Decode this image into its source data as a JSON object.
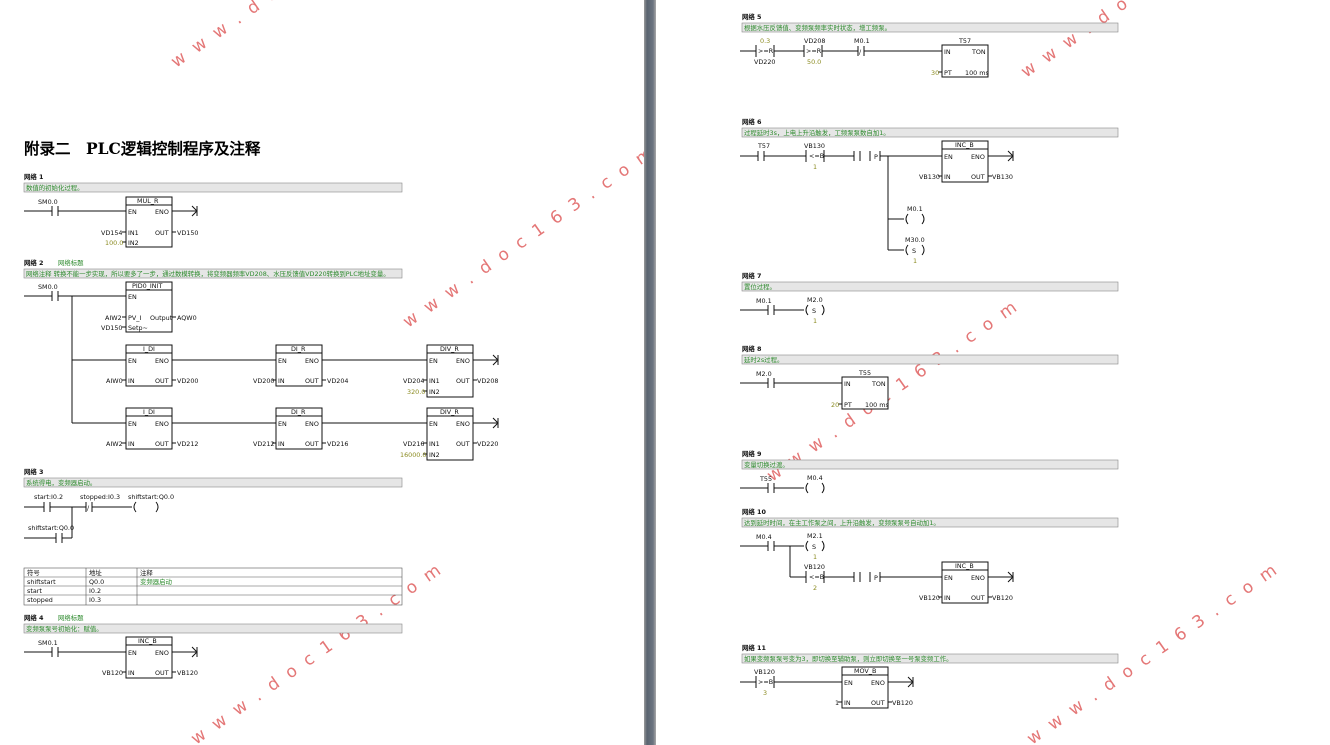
{
  "watermark": "w w w . d o c 1 6 3 . c o m",
  "appendix_title": "附录二　PLC逻辑控制程序及注释",
  "networks": {
    "n1": {
      "label": "网络 1",
      "comment": "数值的初始化过程。",
      "contact": "SM0.0",
      "block": "MUL_R",
      "en": "EN",
      "eno": "ENO",
      "in1": "IN1",
      "in2": "IN2",
      "out": "OUT",
      "in1_var": "VD154",
      "in2_val": "100.0",
      "out_var": "VD150"
    },
    "n2": {
      "label": "网络 2",
      "title": "网络标题",
      "comment": "网络注释  转换不能一步实现，所以要多了一步，通过数模转换，将变频器频率VD208、水压反馈值VD220转换到PLC地址变量。",
      "contact": "SM0.0",
      "pid": {
        "name": "PID0_INIT",
        "en": "EN",
        "pv": "PV_I",
        "output": "Output",
        "setp": "Setp~",
        "pv_var": "AIW2",
        "setp_var": "VD150",
        "out_var": "AQW0"
      },
      "row1": {
        "idi": "I_DI",
        "dir": "DI_R",
        "div": "DIV_R",
        "in_var": "AIW0",
        "vd_a": "VD200",
        "vd_a2": "VD200",
        "vd_b": "VD204",
        "vd_b2": "VD204",
        "div_in2": "320.0",
        "div_out": "VD208"
      },
      "row2": {
        "idi": "I_DI",
        "dir": "DI_R",
        "div": "DIV_R",
        "in_var": "AIW2",
        "vd_a": "VD212",
        "vd_a2": "VD212",
        "vd_b": "VD216",
        "vd_b2": "VD216",
        "div_in2": "16000.0",
        "div_out": "VD220"
      },
      "pins": {
        "en": "EN",
        "eno": "ENO",
        "in": "IN",
        "out": "OUT",
        "in1": "IN1",
        "in2": "IN2"
      }
    },
    "n3": {
      "label": "网络 3",
      "comment": "系统得电，变频器启动。",
      "c1": "start:I0.2",
      "c2": "stopped:I0.3",
      "coil": "shiftstart:Q0.0",
      "c3": "shiftstart:Q0.0",
      "not": "/"
    },
    "symbol_table": {
      "headers": [
        "符号",
        "地址",
        "注释"
      ],
      "rows": [
        [
          "shiftstart",
          "Q0.0",
          "变频器启动"
        ],
        [
          "start",
          "I0.2",
          ""
        ],
        [
          "stopped",
          "I0.3",
          ""
        ]
      ]
    },
    "n4": {
      "label": "网络 4",
      "title": "网络标题",
      "comment": "变频泵泵号初始化：赋值。",
      "contact": "SM0.1",
      "block": "INC_B",
      "en": "EN",
      "eno": "ENO",
      "in": "IN",
      "out": "OUT",
      "in_var": "VB120",
      "out_var": "VB120"
    },
    "n5": {
      "label": "网络 5",
      "comment": "根据水压反馈值、变频泵频率实时状态，增工频泵。",
      "cmp1_top": "0.3",
      "cmp1": ">=R",
      "cmp1_bot": "VD220",
      "cmp2_top": "VD208",
      "cmp2": ">=R",
      "cmp2_bot": "50.0",
      "contact3": "M0.1",
      "not": "/",
      "timer": "T57",
      "in": "IN",
      "ton": "TON",
      "pt": "PT",
      "pt_val": "30",
      "ms": "100 ms"
    },
    "n6": {
      "label": "网络 6",
      "comment": "过程延时3s，上电上升沿触发，工频泵泵数自加1。",
      "contact": "T57",
      "cmp_top": "VB130",
      "cmp": "<=B",
      "cmp_bot": "1",
      "p": "P",
      "block": "INC_B",
      "en": "EN",
      "eno": "ENO",
      "in": "IN",
      "out": "OUT",
      "in_var": "VB130",
      "out_var": "VB130",
      "coil1": "M0.1",
      "coil2": "M30.0",
      "s": "S",
      "coil2_n": "1"
    },
    "n7": {
      "label": "网络 7",
      "comment": "置位过程。",
      "contact": "M0.1",
      "coil": "M2.0",
      "s": "S",
      "n": "1"
    },
    "n8": {
      "label": "网络 8",
      "comment": "延时2s过程。",
      "contact": "M2.0",
      "timer": "T55",
      "in": "IN",
      "ton": "TON",
      "pt": "PT",
      "pt_val": "20",
      "ms": "100 ms"
    },
    "n9": {
      "label": "网络 9",
      "comment": "变量切换过渡。",
      "contact": "T55",
      "coil": "M0.4"
    },
    "n10": {
      "label": "网络 10",
      "comment": "达到延时时间，在主工作泵之间，上升沿触发，变频泵泵号自动加1。",
      "contact": "M0.4",
      "coil": "M2.1",
      "s": "S",
      "n": "1",
      "cmp_top": "VB120",
      "cmp": "<=B",
      "cmp_bot": "2",
      "p": "P",
      "block": "INC_B",
      "en": "EN",
      "eno": "ENO",
      "in": "IN",
      "out": "OUT",
      "in_var": "VB120",
      "out_var": "VB120"
    },
    "n11": {
      "label": "网络 11",
      "comment": "如果变频泵泵号变为3，即切换至辅助泵，则立即切换至一号泵变频工作。",
      "cmp_top": "VB120",
      "cmp": ">=B",
      "cmp_bot": "3",
      "block": "MOV_B",
      "en": "EN",
      "eno": "ENO",
      "in": "IN",
      "out": "OUT",
      "in_val": "1",
      "out_var": "VB120"
    }
  }
}
